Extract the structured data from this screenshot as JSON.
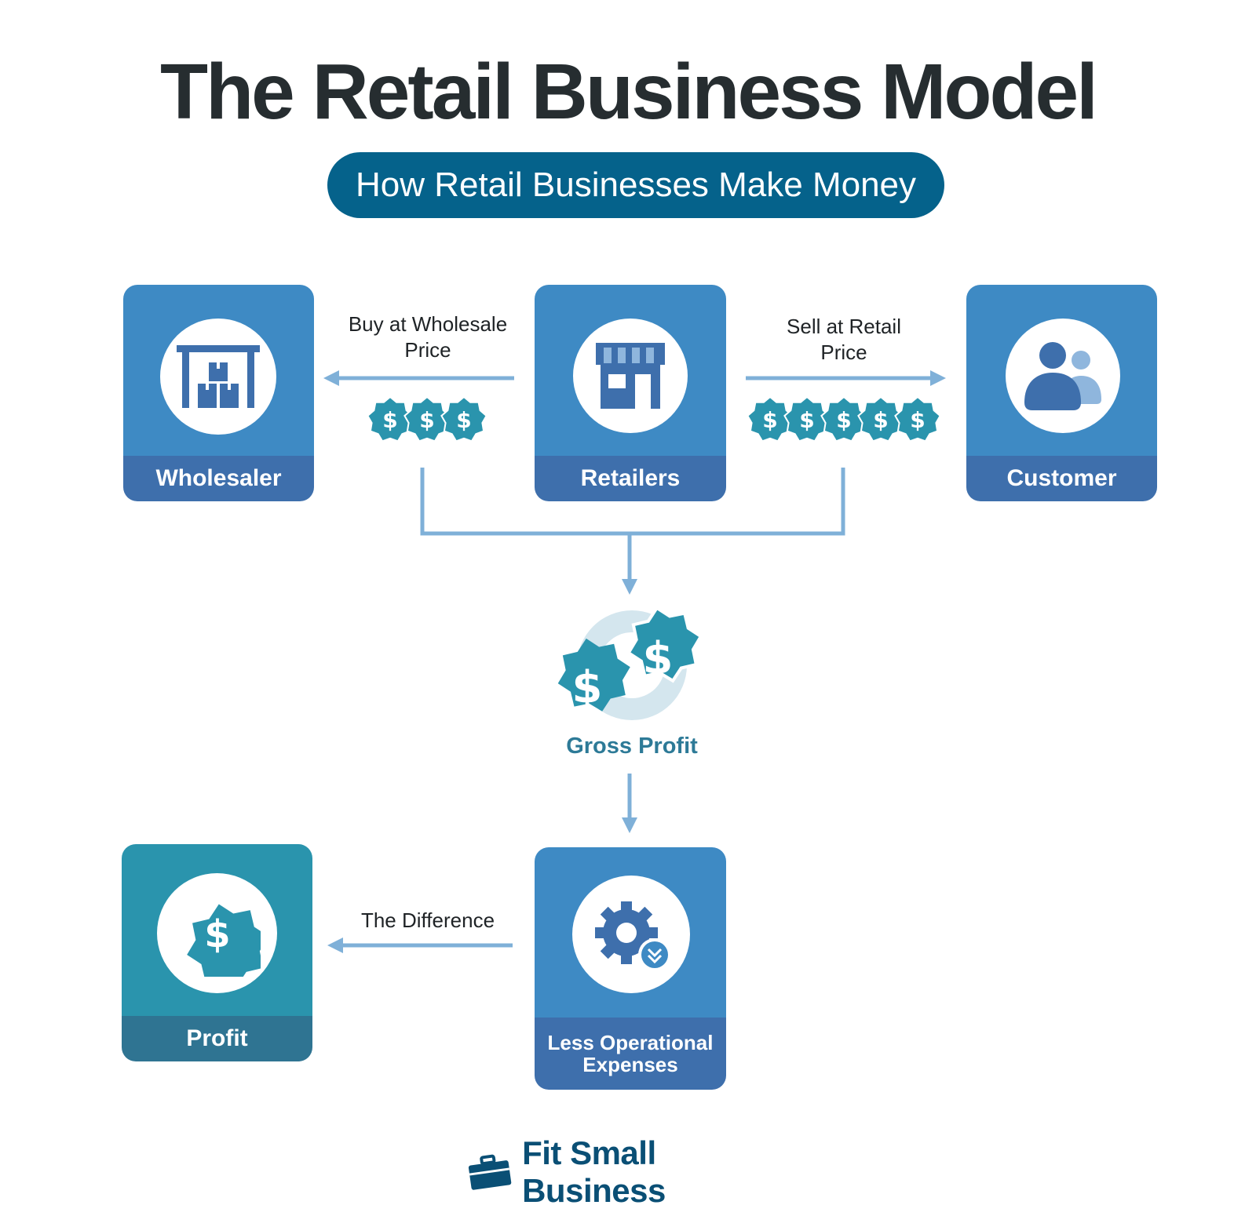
{
  "header": {
    "title": "The Retail Business Model",
    "subtitle": "How Retail Businesses Make Money"
  },
  "nodes": {
    "wholesaler": {
      "label": "Wholesaler",
      "icon": "warehouse-icon"
    },
    "retailers": {
      "label": "Retailers",
      "icon": "storefront-icon"
    },
    "customer": {
      "label": "Customer",
      "icon": "users-icon"
    },
    "gross_profit": {
      "label": "Gross Profit",
      "icon": "dollar-coins-icon"
    },
    "expenses": {
      "label_line1": "Less Operational",
      "label_line2": "Expenses",
      "icon": "gear-down-icon"
    },
    "profit": {
      "label": "Profit",
      "icon": "dollar-badge-icon"
    }
  },
  "edges": {
    "buy": {
      "line1": "Buy at Wholesale",
      "line2": "Price",
      "coin_count": 3
    },
    "sell": {
      "line1": "Sell at Retail",
      "line2": "Price",
      "coin_count": 5
    },
    "difference": {
      "label": "The Difference"
    }
  },
  "coin_symbol": "$",
  "brand": {
    "name": "Fit Small Business",
    "icon": "briefcase-icon"
  },
  "colors": {
    "title": "#262d30",
    "pill": "#05628b",
    "card_blue": "#3e8ac4",
    "card_blue_label": "#3e6fac",
    "card_teal": "#2a94ad",
    "card_teal_label": "#2f7492",
    "coin": "#2a94ad",
    "connector": "#7fb0d8",
    "brand": "#0a4f75"
  }
}
